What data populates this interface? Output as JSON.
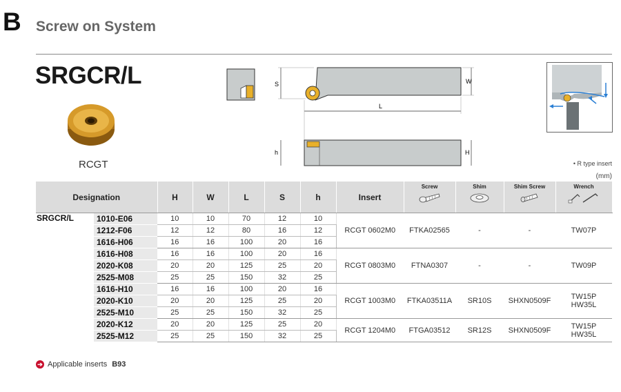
{
  "section": {
    "letter": "B",
    "title": "Screw on System"
  },
  "product": {
    "title": "SRGCR/L",
    "insert_name": "RCGT"
  },
  "diagram": {
    "label_s": "S",
    "label_w": "W",
    "label_l": "L",
    "label_h_left": "h",
    "label_h_right": "H"
  },
  "notes": {
    "rtype": "• R type insert",
    "unit": "(mm)"
  },
  "table": {
    "headers": {
      "designation": "Designation",
      "H": "H",
      "W": "W",
      "L": "L",
      "S": "S",
      "h": "h",
      "insert": "Insert",
      "screw": "Screw",
      "shim": "Shim",
      "shim_screw": "Shim Screw",
      "wrench": "Wrench"
    },
    "family": "SRGCR/L",
    "rows": [
      {
        "code": "1010-E06",
        "H": "10",
        "W": "10",
        "L": "70",
        "S": "12",
        "h": "10"
      },
      {
        "code": "1212-F06",
        "H": "12",
        "W": "12",
        "L": "80",
        "S": "16",
        "h": "12"
      },
      {
        "code": "1616-H06",
        "H": "16",
        "W": "16",
        "L": "100",
        "S": "20",
        "h": "16"
      },
      {
        "code": "1616-H08",
        "H": "16",
        "W": "16",
        "L": "100",
        "S": "20",
        "h": "16"
      },
      {
        "code": "2020-K08",
        "H": "20",
        "W": "20",
        "L": "125",
        "S": "25",
        "h": "20"
      },
      {
        "code": "2525-M08",
        "H": "25",
        "W": "25",
        "L": "150",
        "S": "32",
        "h": "25"
      },
      {
        "code": "1616-H10",
        "H": "16",
        "W": "16",
        "L": "100",
        "S": "20",
        "h": "16"
      },
      {
        "code": "2020-K10",
        "H": "20",
        "W": "20",
        "L": "125",
        "S": "25",
        "h": "20"
      },
      {
        "code": "2525-M10",
        "H": "25",
        "W": "25",
        "L": "150",
        "S": "32",
        "h": "25"
      },
      {
        "code": "2020-K12",
        "H": "20",
        "W": "20",
        "L": "125",
        "S": "25",
        "h": "20"
      },
      {
        "code": "2525-M12",
        "H": "25",
        "W": "25",
        "L": "150",
        "S": "32",
        "h": "25"
      }
    ],
    "groups": [
      {
        "insert": "RCGT 0602M0",
        "screw": "FTKA02565",
        "shim": "-",
        "shim_screw": "-",
        "wrench1": "TW07P",
        "wrench2": ""
      },
      {
        "insert": "RCGT 0803M0",
        "screw": "FTNA0307",
        "shim": "-",
        "shim_screw": "-",
        "wrench1": "TW09P",
        "wrench2": ""
      },
      {
        "insert": "RCGT 1003M0",
        "screw": "FTKA03511A",
        "shim": "SR10S",
        "shim_screw": "SHXN0509F",
        "wrench1": "TW15P",
        "wrench2": "HW35L"
      },
      {
        "insert": "RCGT 1204M0",
        "screw": "FTGA03512",
        "shim": "SR12S",
        "shim_screw": "SHXN0509F",
        "wrench1": "TW15P",
        "wrench2": "HW35L"
      }
    ]
  },
  "footer": {
    "text": "Applicable inserts",
    "ref": "B93",
    "icon": "arrow-right-icon"
  },
  "colors": {
    "insert_gold": "#c8901e",
    "header_gray": "#dcdcdc",
    "holder_gray": "#c8cccc",
    "arrow_blue": "#2a7fd4",
    "footer_red": "#c8102e"
  }
}
